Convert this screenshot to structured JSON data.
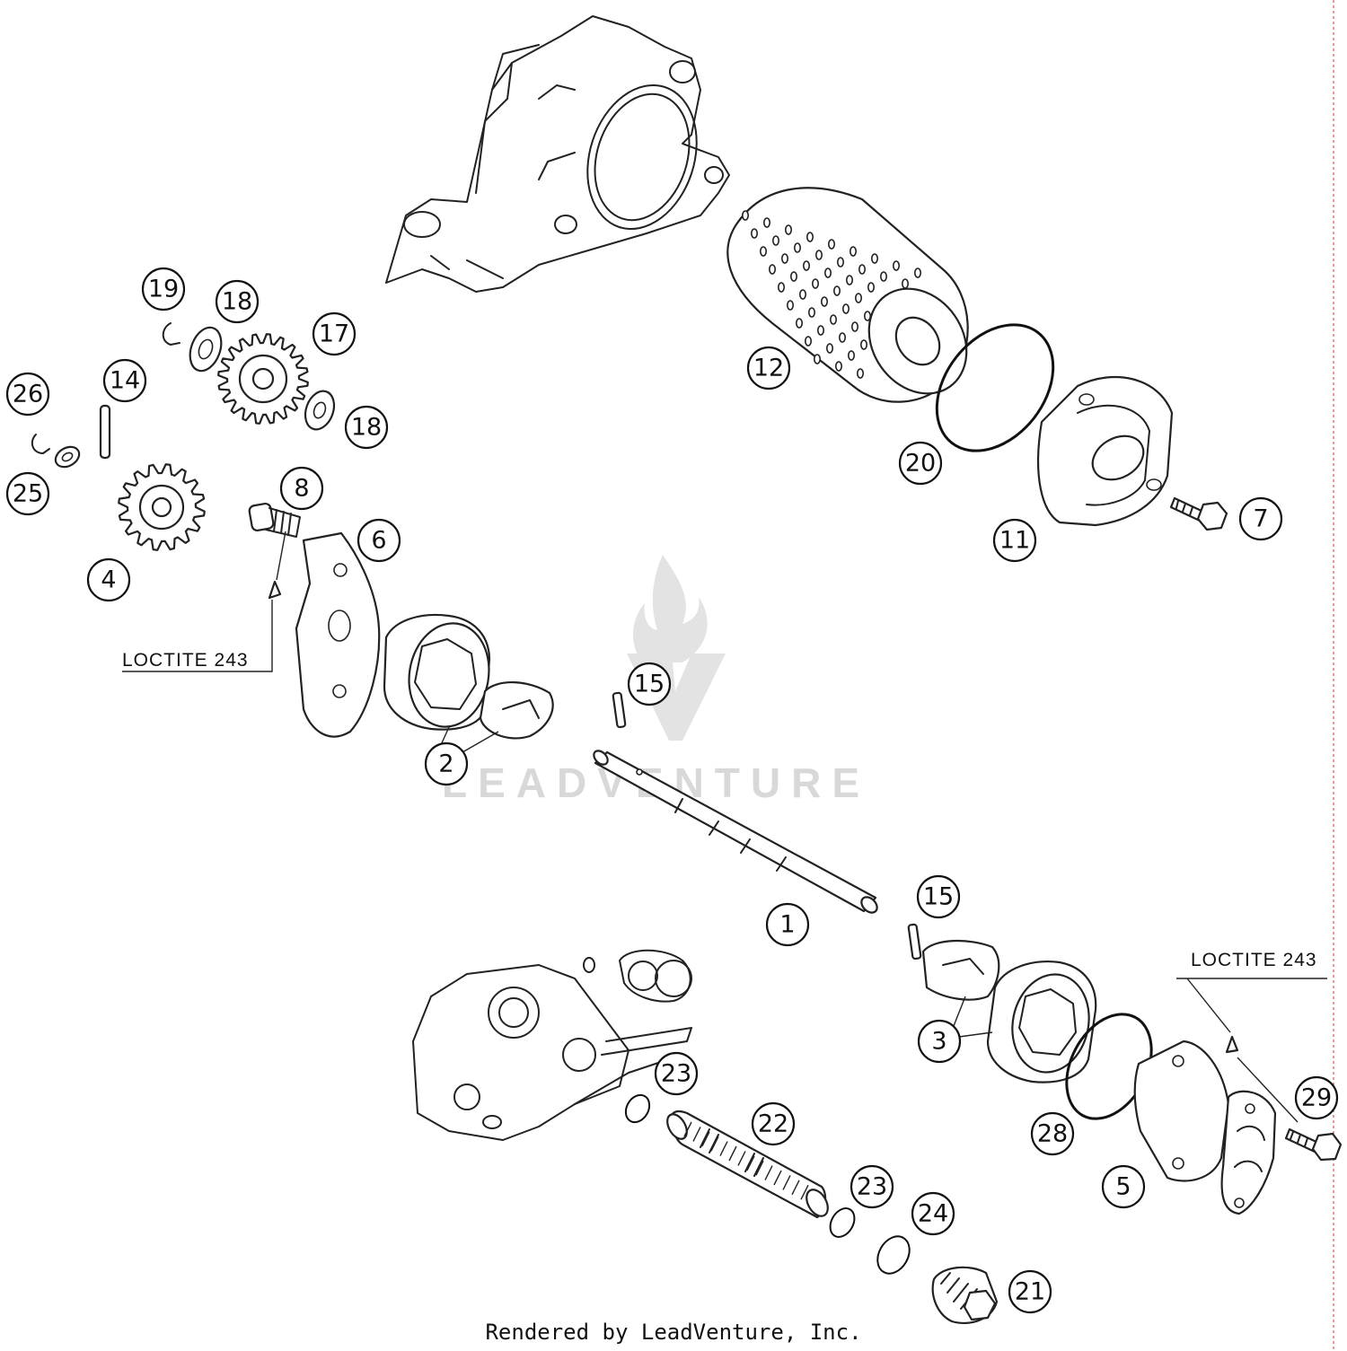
{
  "diagram": {
    "callouts": [
      "1",
      "2",
      "3",
      "4",
      "5",
      "6",
      "7",
      "8",
      "11",
      "12",
      "14",
      "15",
      "15",
      "17",
      "18",
      "18",
      "19",
      "20",
      "21",
      "22",
      "23",
      "23",
      "24",
      "25",
      "26",
      "28",
      "29"
    ],
    "notes": [
      "LOCTITE 243",
      "LOCTITE 243"
    ],
    "watermark": "LEADVENTURE",
    "footer": "Rendered by LeadVenture, Inc."
  }
}
